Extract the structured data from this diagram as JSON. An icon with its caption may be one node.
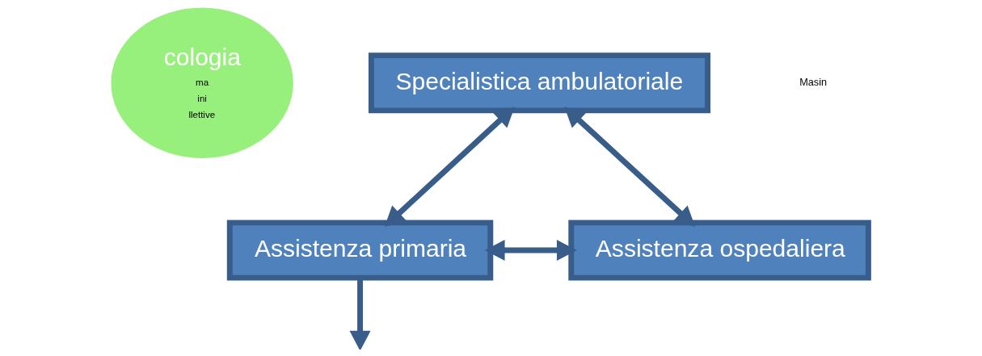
{
  "diagram": {
    "nodes": [
      {
        "text": [
          "cologia",
          "ma",
          "ini",
          "llettive"
        ]
      },
      {
        "text": [
          "Specialistica ambulatoriale"
        ]
      },
      {
        "text": [
          "Assistenza primaria"
        ]
      },
      {
        "text": [
          "Assistenza ospedaliera"
        ]
      }
    ],
    "edges": [
      {
        "from": 2,
        "to": 1,
        "arrow": "both"
      },
      {
        "from": 1,
        "to": 3,
        "arrow": "both"
      },
      {
        "from": 2,
        "to": 3,
        "arrow": "both"
      },
      {
        "from": 2,
        "to": null,
        "arrow": "to"
      }
    ],
    "labels": [
      "Masin"
    ]
  }
}
